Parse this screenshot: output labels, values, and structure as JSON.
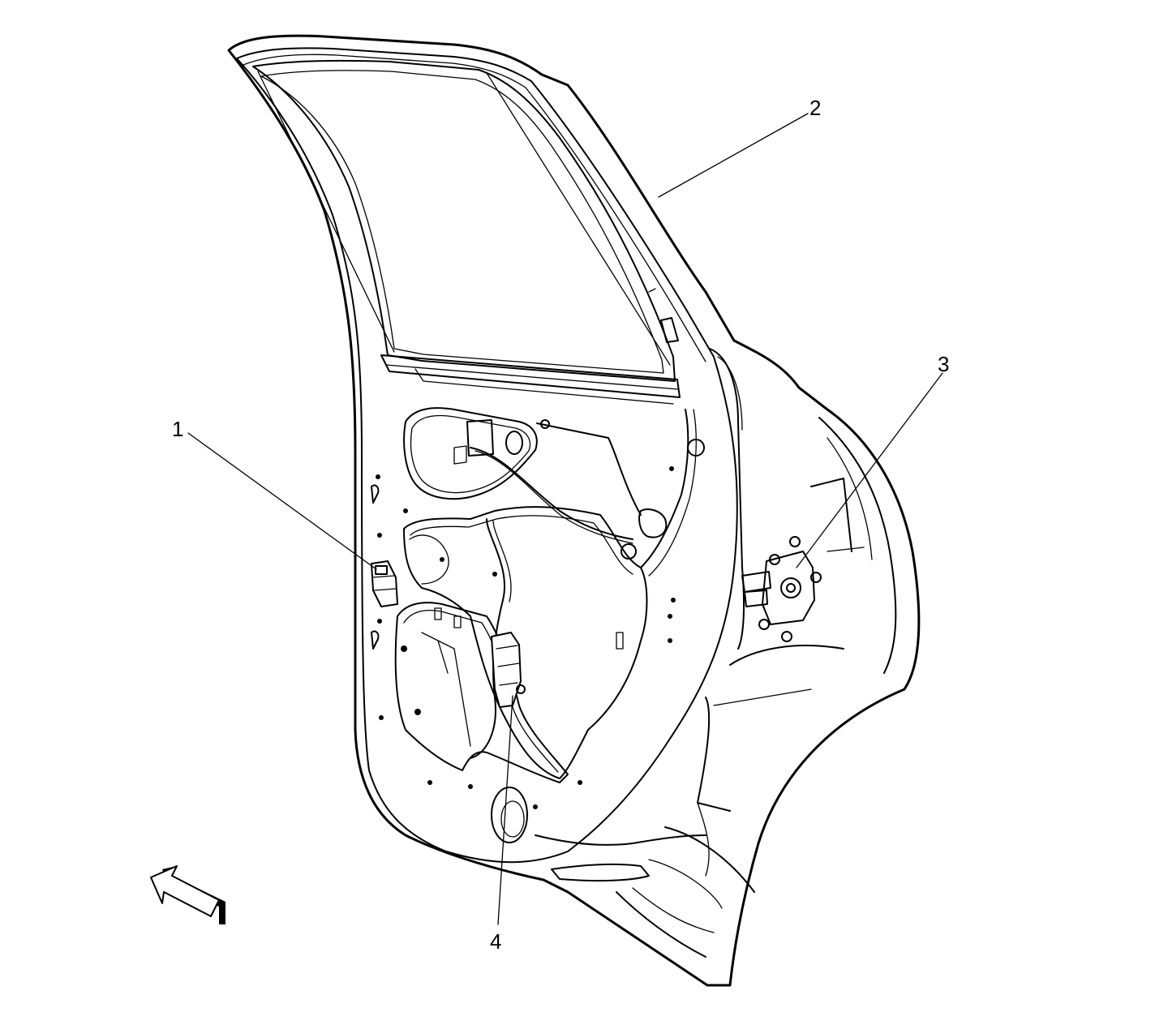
{
  "diagram": {
    "callouts": [
      {
        "id": "1",
        "label": "1"
      },
      {
        "id": "2",
        "label": "2"
      },
      {
        "id": "3",
        "label": "3"
      },
      {
        "id": "4",
        "label": "4"
      }
    ],
    "icons": {
      "view_direction": "arrow-icon"
    },
    "colors": {
      "line": "#000000",
      "background": "#ffffff"
    }
  }
}
